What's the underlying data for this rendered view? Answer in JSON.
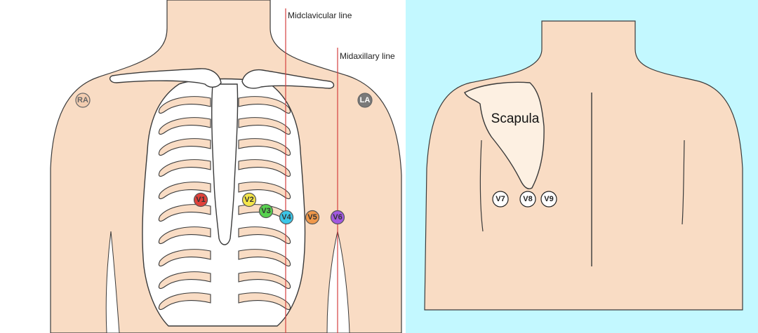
{
  "colors": {
    "skin": "#f9dcc4",
    "skin_dark": "#f3cdb0",
    "outline": "#3a3a3a",
    "bone": "#ffffff",
    "scapula_fill": "#fdf0e2",
    "back_panel_bg": "#c3f8ff",
    "guide_line": "#d44040"
  },
  "front": {
    "midclavicular_label": "Midclavicular line",
    "midaxillary_label": "Midaxillary line",
    "limb_leads": [
      {
        "id": "ra",
        "label": "RA",
        "color": "#f3cdb0"
      },
      {
        "id": "la",
        "label": "LA",
        "color": "#7a7a7a"
      }
    ],
    "chest_leads": [
      {
        "id": "v1",
        "label": "V1",
        "color": "#e0413a"
      },
      {
        "id": "v2",
        "label": "V2",
        "color": "#f4e64a"
      },
      {
        "id": "v3",
        "label": "V3",
        "color": "#57d14f"
      },
      {
        "id": "v4",
        "label": "V4",
        "color": "#3cc6e8"
      },
      {
        "id": "v5",
        "label": "V5",
        "color": "#f0984a"
      },
      {
        "id": "v6",
        "label": "V6",
        "color": "#a259e0"
      }
    ]
  },
  "back": {
    "scapula_label": "Scapula",
    "posterior_leads": [
      {
        "id": "v7",
        "label": "V7"
      },
      {
        "id": "v8",
        "label": "V8"
      },
      {
        "id": "v9",
        "label": "V9"
      }
    ]
  }
}
